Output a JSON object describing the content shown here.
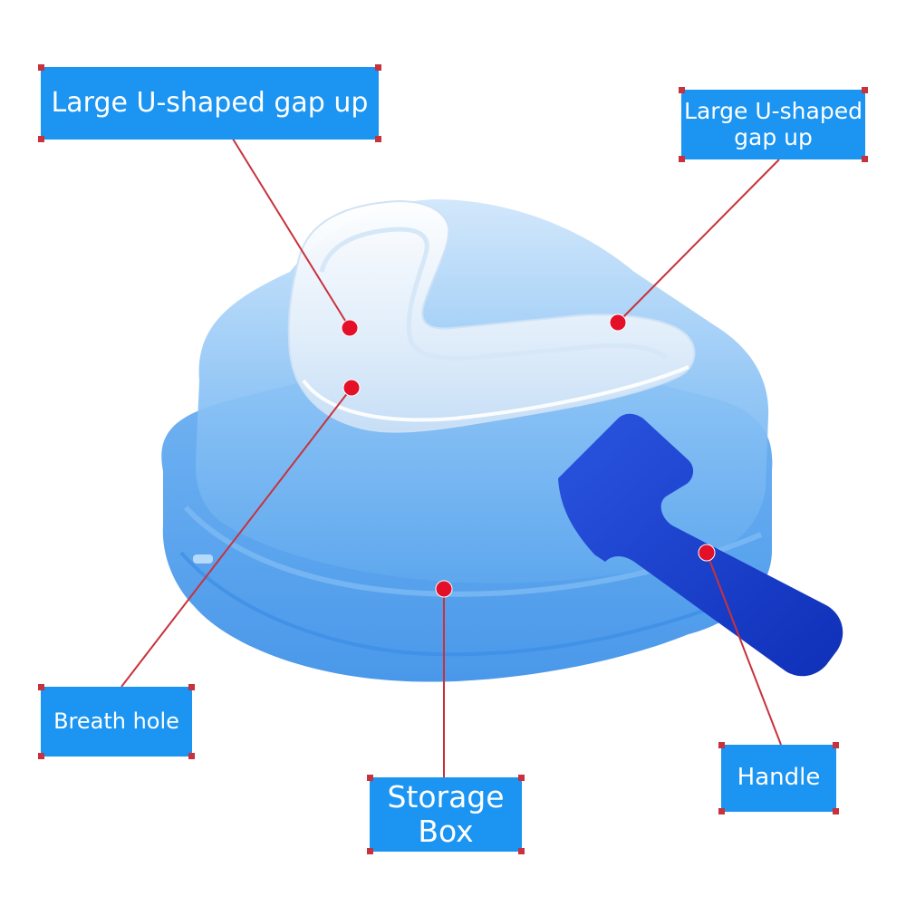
{
  "colors": {
    "label_fill": "#1b94f2",
    "label_text": "#ffffff",
    "leader_line": "#c8323c",
    "marker_dot": "#e4102a",
    "case": "#4fa6f1",
    "handle": "#1238c9",
    "mouthguard": "#e9f3fc"
  },
  "labels": {
    "gap_left": "Large U-shaped gap up",
    "gap_right_line1": "Large U-shaped",
    "gap_right_line2": "gap up",
    "breath_hole": "Breath hole",
    "storage_line1": "Storage",
    "storage_line2": "Box",
    "handle": "Handle"
  }
}
